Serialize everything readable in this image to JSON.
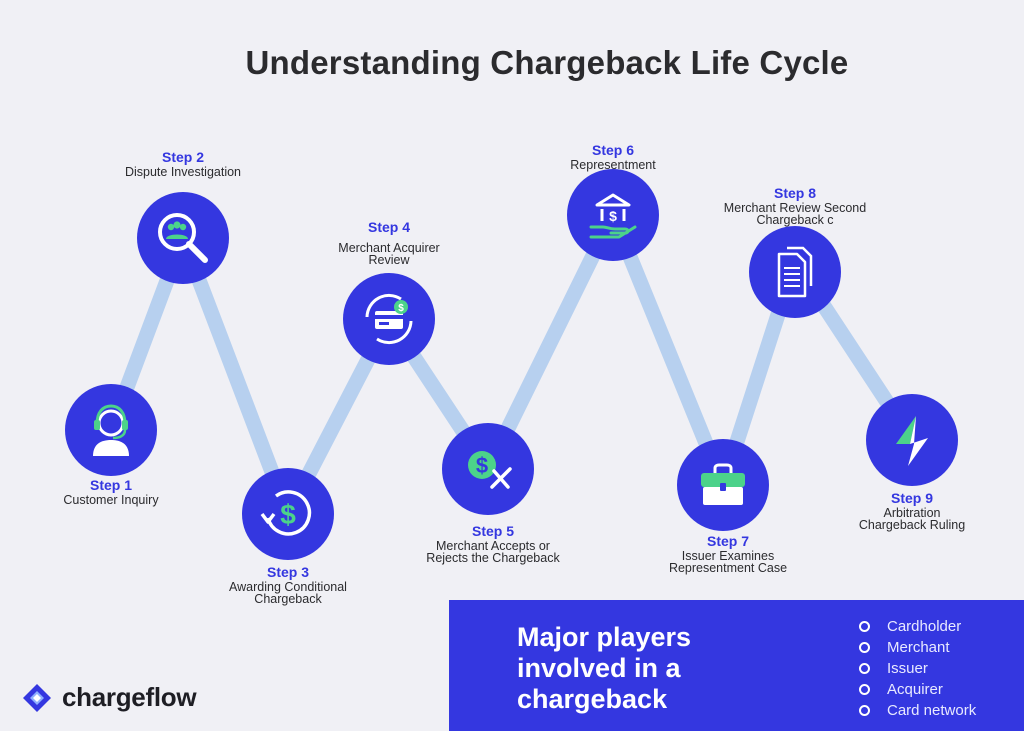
{
  "title": "Understanding Chargeback Life Cycle",
  "steps": [
    {
      "num": "Step 1",
      "desc": "Customer Inquiry",
      "icon": "headset-agent-icon"
    },
    {
      "num": "Step 2",
      "desc": "Dispute Investigation",
      "icon": "magnifier-group-icon"
    },
    {
      "num": "Step 3",
      "desc": "Awarding Conditional Chargeback",
      "icon": "dollar-refresh-icon"
    },
    {
      "num": "Step 4",
      "desc": "Merchant Acquirer Review",
      "icon": "card-cycle-icon"
    },
    {
      "num": "Step 5",
      "desc": "Merchant Accepts or Rejects the Chargeback",
      "icon": "dollar-reject-icon"
    },
    {
      "num": "Step 6",
      "desc": "Representment",
      "icon": "bank-hand-icon"
    },
    {
      "num": "Step 7",
      "desc": "Issuer Examines Representment Case",
      "icon": "briefcase-icon"
    },
    {
      "num": "Step 8",
      "desc": "Merchant Review Second Chargeback c",
      "icon": "documents-icon"
    },
    {
      "num": "Step 9",
      "desc": "Arbitration Chargeback Ruling",
      "icon": "lightning-icon"
    }
  ],
  "panel": {
    "title": "Major players involved in a chargeback",
    "players": [
      "Cardholder",
      "Merchant",
      "Issuer",
      "Acquirer",
      "Card network"
    ]
  },
  "brand": {
    "name": "chargeflow"
  },
  "colors": {
    "accent": "#3437e0",
    "line": "#b7d0ef",
    "green": "#4cd28a",
    "background": "#f0f0f5"
  }
}
